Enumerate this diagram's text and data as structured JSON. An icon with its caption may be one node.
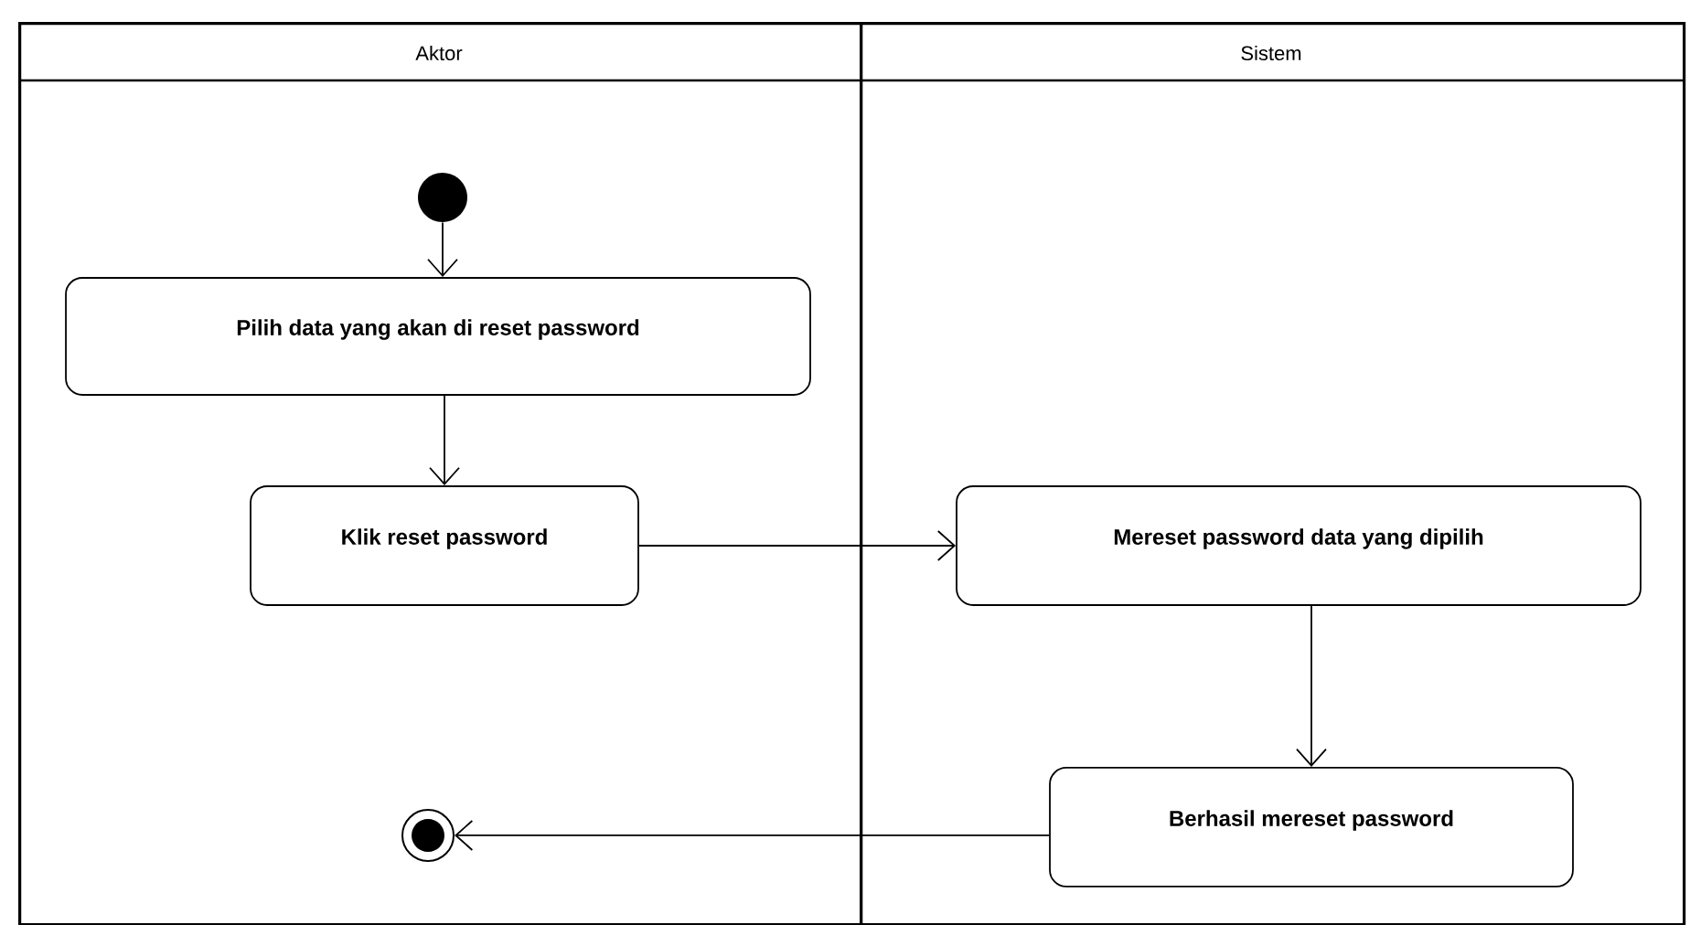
{
  "diagram": {
    "nodes": [
      {
        "text": [
          "Aktor"
        ]
      },
      {
        "text": [
          "Sistem"
        ]
      },
      {
        "text": [],
        "shape": "circle",
        "in": 0
      },
      {
        "text": [
          "Pilih data yang akan di reset password"
        ],
        "in": 0
      },
      {
        "text": [
          "Klik reset password"
        ],
        "in": 0
      },
      {
        "text": [
          "Mereset password data yang dipilih"
        ],
        "in": 1
      },
      {
        "text": [
          "Berhasil mereset password"
        ],
        "in": 1
      },
      {
        "text": [],
        "shape": "circle",
        "in": 0
      }
    ],
    "edges": [
      {
        "from": 2,
        "to": 3,
        "arrow": "to"
      },
      {
        "from": 3,
        "to": 4,
        "arrow": "to"
      },
      {
        "from": 4,
        "to": 5,
        "arrow": "to"
      },
      {
        "from": 5,
        "to": 6,
        "arrow": "to"
      },
      {
        "from": 6,
        "to": 7,
        "arrow": "to"
      }
    ]
  }
}
